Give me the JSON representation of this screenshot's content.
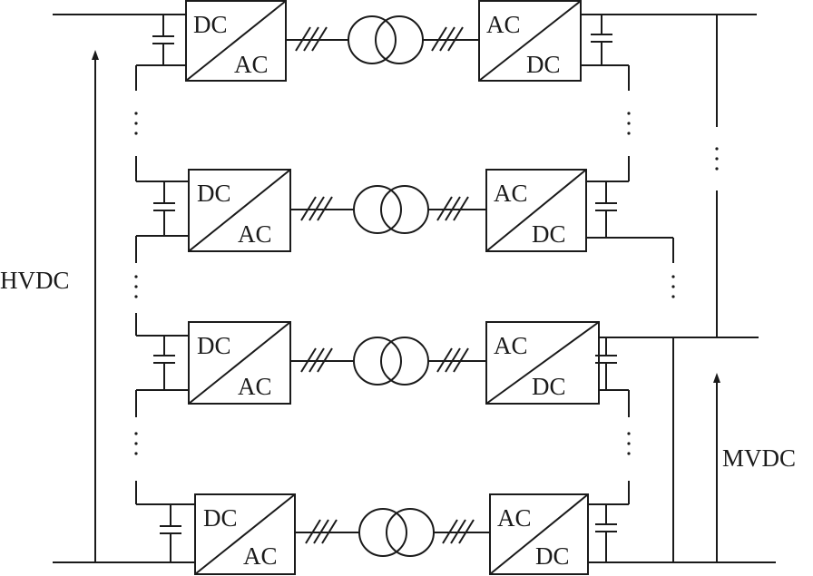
{
  "diagram": {
    "stroke_color": "#1a1a1a",
    "background": "#ffffff",
    "left_bus_label": "HVDC",
    "right_bus_label": "MVDC",
    "modules": [
      {
        "name": "module-1",
        "inverter_top": "DC",
        "inverter_bottom": "AC",
        "rectifier_top": "AC",
        "rectifier_bottom": "DC"
      },
      {
        "name": "module-2",
        "inverter_top": "DC",
        "inverter_bottom": "AC",
        "rectifier_top": "AC",
        "rectifier_bottom": "DC"
      },
      {
        "name": "module-3",
        "inverter_top": "DC",
        "inverter_bottom": "AC",
        "rectifier_top": "AC",
        "rectifier_bottom": "DC"
      },
      {
        "name": "module-4",
        "inverter_top": "DC",
        "inverter_bottom": "AC",
        "rectifier_top": "AC",
        "rectifier_bottom": "DC"
      }
    ]
  }
}
